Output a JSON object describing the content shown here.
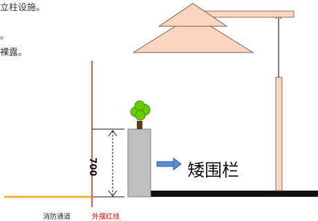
{
  "text": {
    "line1": "立柱设施。",
    "line2": "。",
    "line3": "裸露。"
  },
  "labels": {
    "fire_lane": "消防通道",
    "red_line": "外摆红线",
    "fence": "矮围栏",
    "height": "700"
  },
  "colors": {
    "red_line": "#c00000",
    "ground_fire": "#f0b030",
    "ground": "#111111",
    "umbrella_fill": "#fbd5c0",
    "wall_fill": "#bfbfbf",
    "arrow": "#4a7fc1",
    "tree": "#66cc00"
  }
}
